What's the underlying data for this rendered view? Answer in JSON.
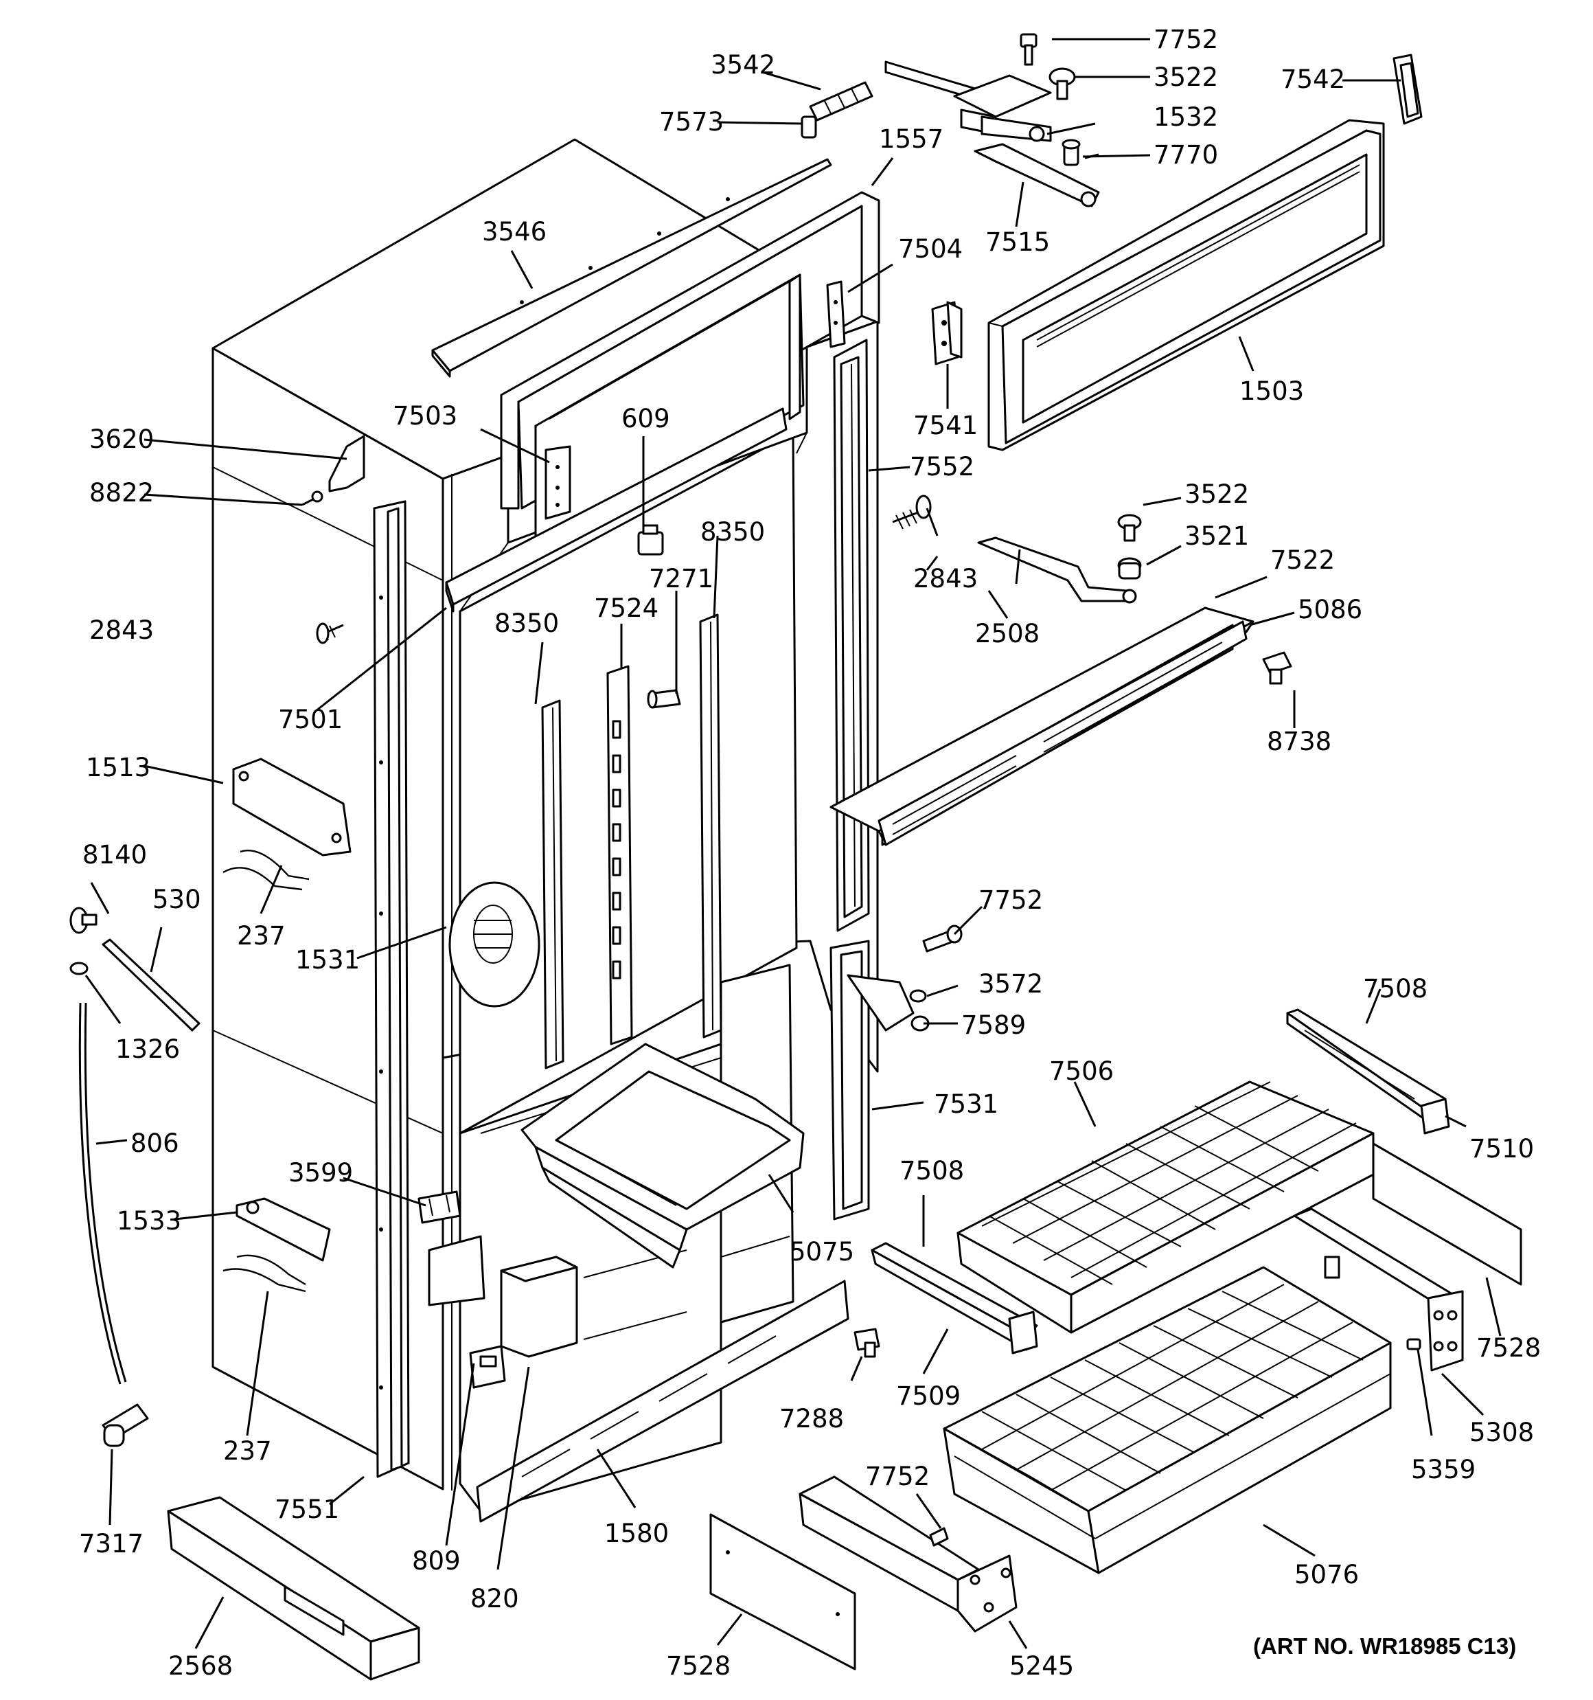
{
  "labels": {
    "p7752a": "7752",
    "p3542": "3542",
    "p3522a": "3522",
    "p7542": "7542",
    "p7573": "7573",
    "p1532": "1532",
    "p1557": "1557",
    "p7770": "7770",
    "p3546": "3546",
    "p7504": "7504",
    "p7515": "7515",
    "p1503": "1503",
    "p7541": "7541",
    "p3620": "3620",
    "p7503": "7503",
    "p609": "609",
    "p8822": "8822",
    "p7552": "7552",
    "p3522b": "3522",
    "p8350a": "8350",
    "p7271": "7271",
    "p3521": "3521",
    "p2843a": "2843",
    "p7522": "7522",
    "p2843b": "2843",
    "p8350b": "8350",
    "p7524": "7524",
    "p5086": "5086",
    "p2508": "2508",
    "p7501": "7501",
    "p8738": "8738",
    "p1513": "1513",
    "p8140": "8140",
    "p530": "530",
    "p7752b": "7752",
    "p237a": "237",
    "p1531": "1531",
    "p3572": "3572",
    "p7508a": "7508",
    "p1326": "1326",
    "p7589": "7589",
    "p7506": "7506",
    "p7531": "7531",
    "p806": "806",
    "p7510": "7510",
    "p3599": "3599",
    "p7508b": "7508",
    "p1533": "1533",
    "p5075": "5075",
    "p7528a": "7528",
    "p7288": "7288",
    "p7509": "7509",
    "p237b": "237",
    "p5308": "5308",
    "p5359": "5359",
    "p7752c": "7752",
    "p7551": "7551",
    "p1580": "1580",
    "p7317": "7317",
    "p809": "809",
    "p5076": "5076",
    "p820": "820",
    "p2568": "2568",
    "p7528b": "7528",
    "p5245": "5245"
  },
  "art_number": "(ART NO. WR18985 C13)"
}
